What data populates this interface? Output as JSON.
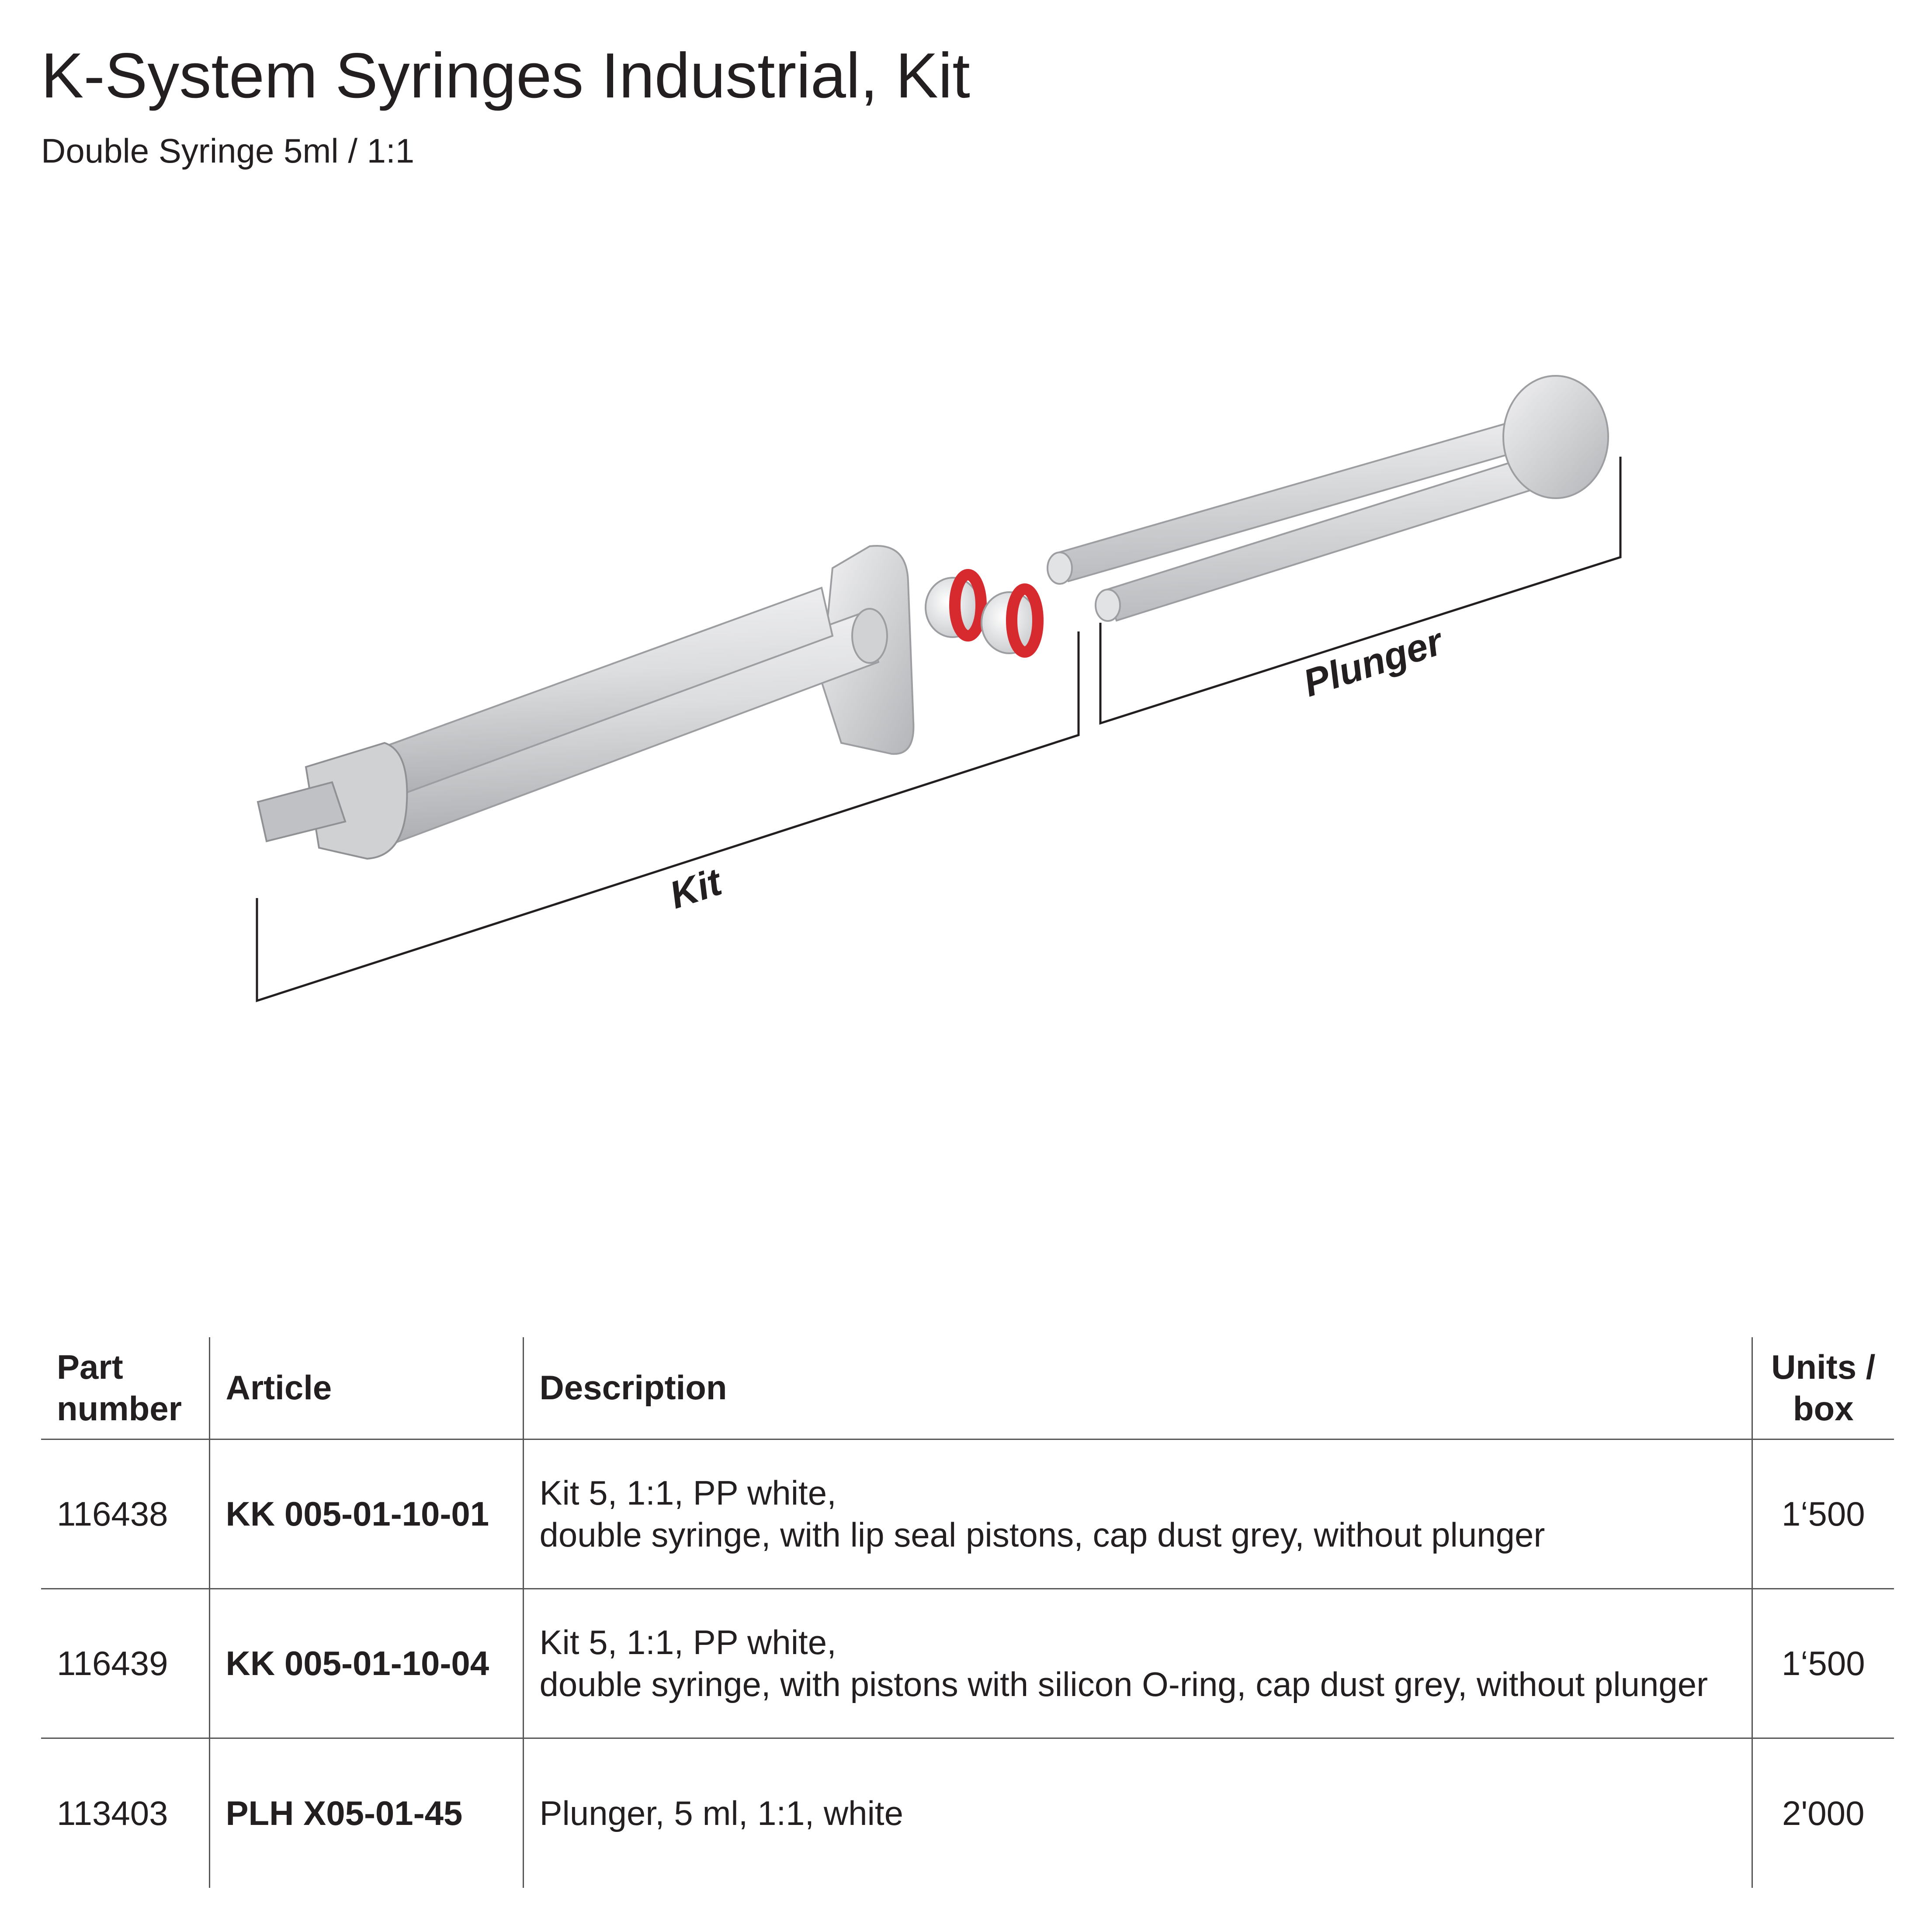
{
  "header": {
    "title": "K-System Syringes Industrial, Kit",
    "subtitle": "Double Syringe 5ml / 1:1"
  },
  "figure": {
    "kit_label": "Kit",
    "plunger_label": "Plunger",
    "colors": {
      "seal_red": "#d62a2f",
      "part_grey": "#d9dadb",
      "line": "#231f20"
    }
  },
  "table": {
    "headers": {
      "part_number_line1": "Part",
      "part_number_line2": "number",
      "article": "Article",
      "description": "Description",
      "units_line1": "Units /",
      "units_line2": "box"
    },
    "rows": [
      {
        "part_number": "116438",
        "article": "KK 005-01-10-01",
        "description_line1": "Kit 5, 1:1, PP white,",
        "description_line2": "double syringe, with lip seal pistons, cap dust grey, without plunger",
        "units": "1‘500"
      },
      {
        "part_number": "116439",
        "article": "KK 005-01-10-04",
        "description_line1": "Kit 5, 1:1, PP white,",
        "description_line2": "double syringe, with pistons with silicon O-ring, cap dust grey, without plunger",
        "units": "1‘500"
      },
      {
        "part_number": "113403",
        "article": "PLH X05-01-45",
        "description_line1": "Plunger, 5 ml, 1:1, white",
        "description_line2": "",
        "units": "2'000"
      }
    ]
  }
}
